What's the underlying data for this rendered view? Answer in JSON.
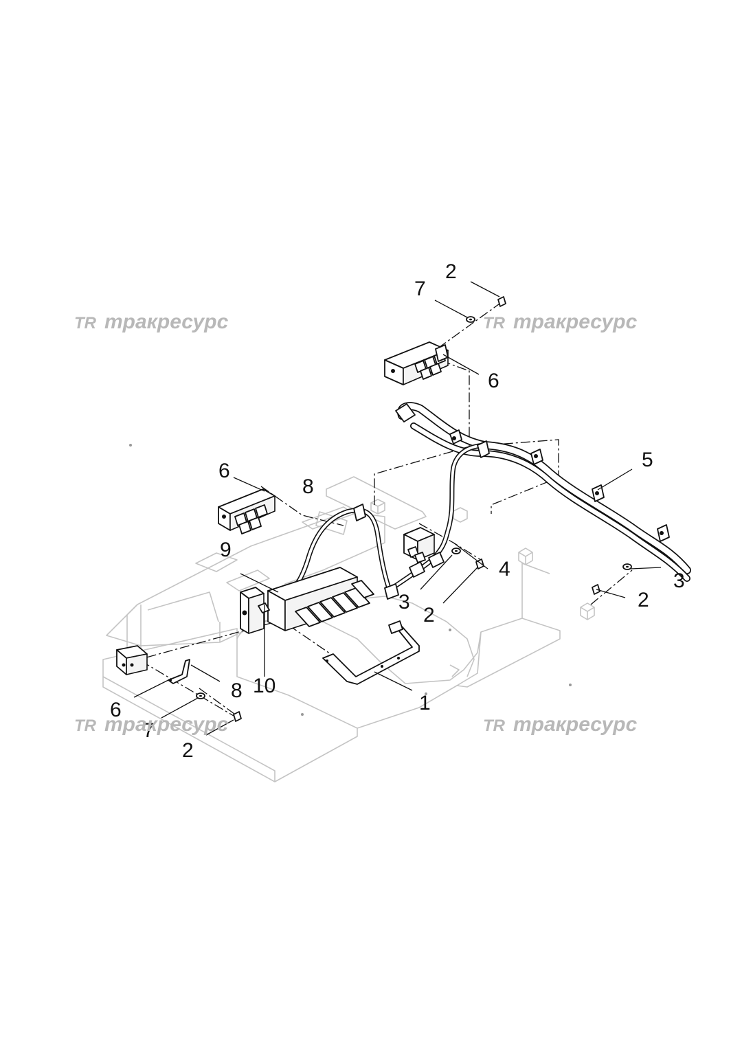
{
  "watermark": {
    "logo": "TR",
    "text": "тракресурс"
  },
  "callouts": {
    "c1": "1",
    "c2a": "2",
    "c2b": "2",
    "c2c": "2",
    "c2d": "2",
    "c3a": "3",
    "c3b": "3",
    "c4": "4",
    "c5": "5",
    "c6a": "6",
    "c6b": "6",
    "c6c": "6",
    "c7a": "7",
    "c7b": "7",
    "c8a": "8",
    "c8b": "8",
    "c9": "9",
    "c10": "10"
  }
}
